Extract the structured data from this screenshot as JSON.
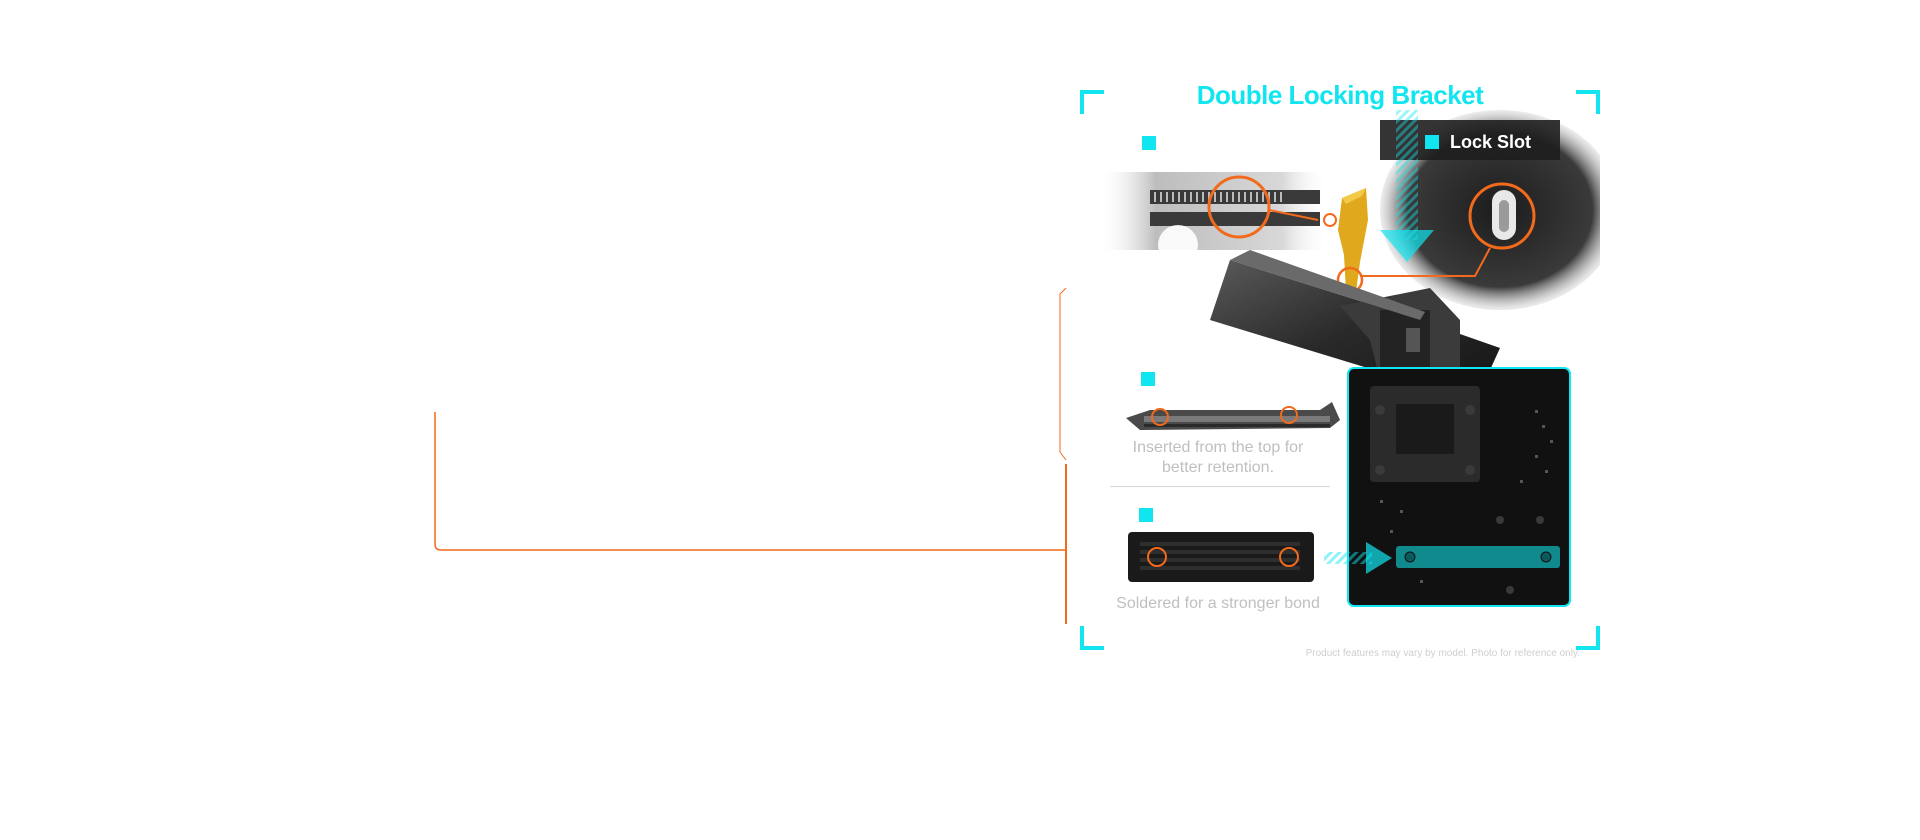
{
  "title": "Double Locking Bracket",
  "top_right_label": "Lock Slot",
  "captions": {
    "retention": "Inserted from the top for better retention.",
    "solder": "Soldered for a stronger bond"
  },
  "disclaimer": "Product features may vary by model.   Photo for reference only.",
  "colors": {
    "accent": "#11e6f0",
    "highlight_ring": "#f26a1b",
    "bracket": "#e0a81c",
    "caption_text": "#bfbfbf",
    "connector_line": "#f26a1b"
  },
  "icons": [
    "cyan-marker-square",
    "orange-highlight-ring",
    "arrow-down-icon",
    "arrow-right-icon"
  ]
}
